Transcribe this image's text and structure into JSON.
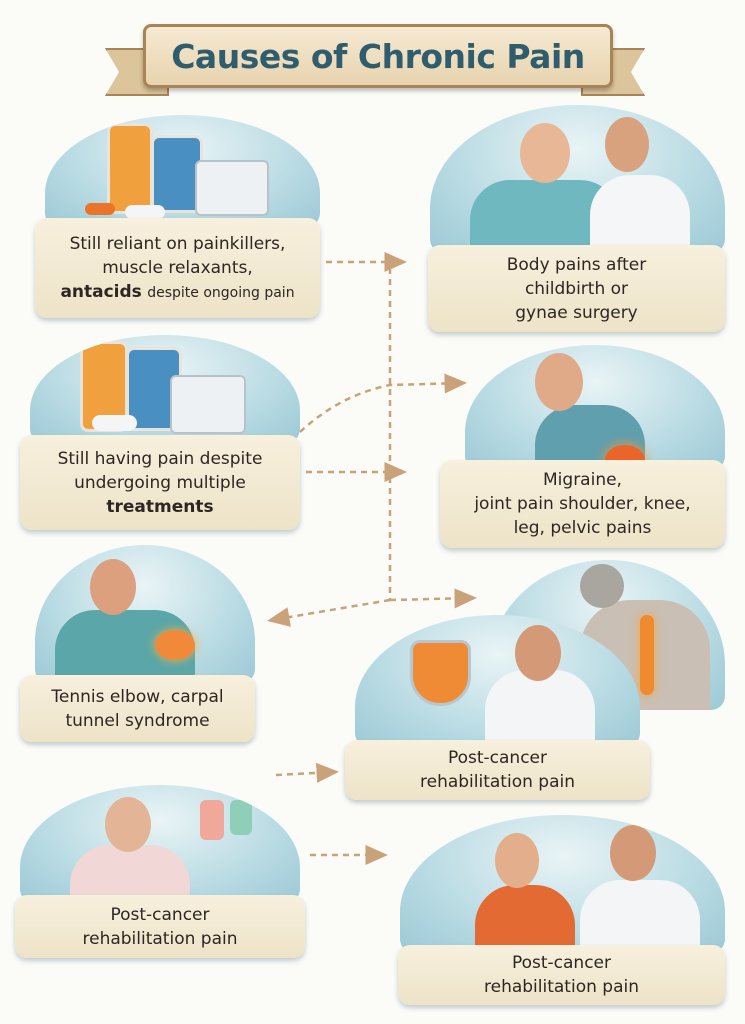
{
  "title": "Causes of Chronic Pain",
  "cards": [
    {
      "id": "painkillers",
      "line1": "Still reliant on painkillers,",
      "line2": "muscle relaxants,",
      "bold": "antacids",
      "rest": "despite ongoing pain",
      "icon": "medicine-bottles-icon"
    },
    {
      "id": "childbirth",
      "line1": "Body pains after",
      "line2": "childbirth or",
      "line3": "gynae surgery",
      "icon": "woman-with-doctor-icon"
    },
    {
      "id": "multiple-treatments",
      "line1": "Still having pain despite",
      "line2": "undergoing multiple",
      "bold": "treatments",
      "icon": "medicine-bottles-icon"
    },
    {
      "id": "migraine",
      "line1": "Migraine,",
      "line2": "joint pain shoulder, knee,",
      "line3": "leg, pelvic pains",
      "icon": "woman-back-pain-icon"
    },
    {
      "id": "tennis-elbow",
      "line1": "Tennis elbow, carpal",
      "line2": "tunnel syndrome",
      "icon": "man-elbow-pain-icon"
    },
    {
      "id": "post-cancer-1",
      "line1": "Post-cancer",
      "line2": "rehabilitation pain",
      "icon": "doctor-with-shield-icon"
    },
    {
      "id": "post-cancer-2",
      "line1": "Post-cancer",
      "line2": "rehabilitation pain",
      "icon": "patient-in-bed-icon"
    },
    {
      "id": "post-cancer-3",
      "line1": "Post-cancer",
      "line2": "rehabilitation pain",
      "icon": "woman-with-doctor-icon"
    }
  ],
  "colors": {
    "title": "#2f5d6e",
    "arrow": "#c9a27a",
    "label_bg": "#f3ead3",
    "dome": "#b9dbe3"
  }
}
